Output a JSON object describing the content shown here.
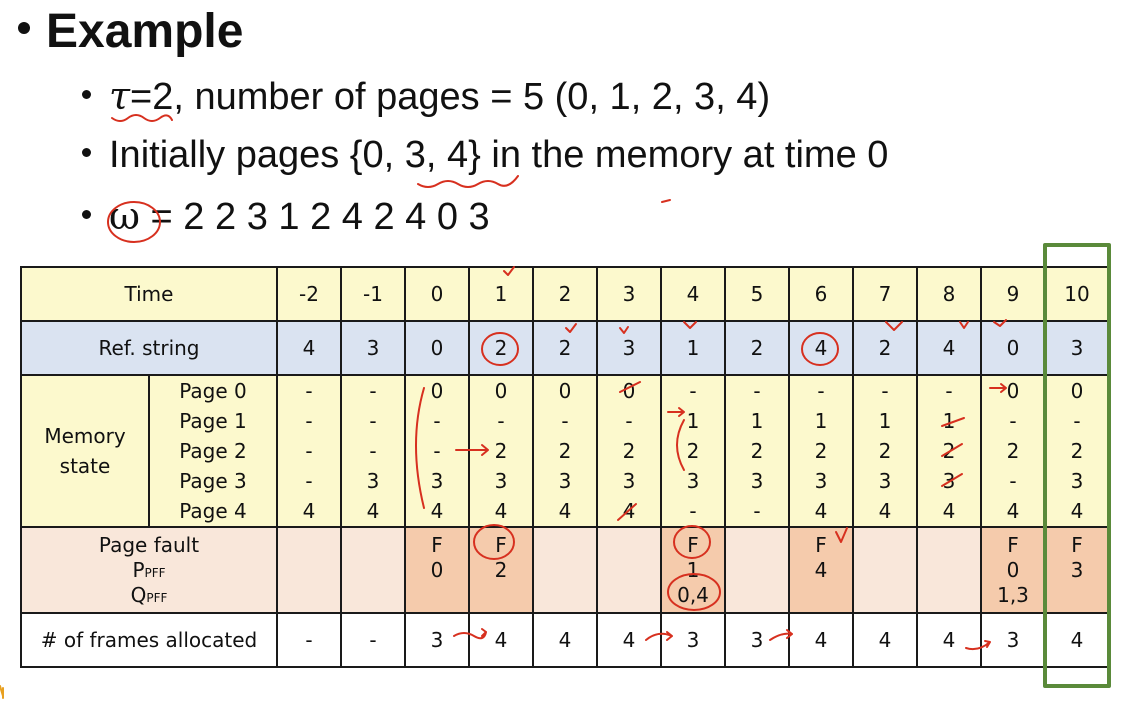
{
  "title": "Example",
  "bullets": [
    {
      "tau": "τ",
      "rest": "=2, number of pages = 5 (0, 1, 2, 3, 4)"
    },
    {
      "text": "Initially pages {0, 3, 4} in the memory at time 0"
    },
    {
      "omega": "ω",
      "rest": " = 2 2 3 1 2 4 2 4 0 3"
    }
  ],
  "table": {
    "time_label": "Time",
    "times": [
      "-2",
      "-1",
      "0",
      "1",
      "2",
      "3",
      "4",
      "5",
      "6",
      "7",
      "8",
      "9",
      "10"
    ],
    "ref_label": "Ref. string",
    "refs": [
      "4",
      "3",
      "0",
      "2",
      "2",
      "3",
      "1",
      "2",
      "4",
      "2",
      "4",
      "0",
      "3"
    ],
    "memory_label_1": "Memory",
    "memory_label_2": "state",
    "page_labels": [
      "Page 0",
      "Page 1",
      "Page 2",
      "Page 3",
      "Page 4"
    ],
    "memory": [
      [
        "-",
        "-",
        "-",
        "-",
        "4"
      ],
      [
        "-",
        "-",
        "-",
        "3",
        "4"
      ],
      [
        "0",
        "-",
        "-",
        "3",
        "4"
      ],
      [
        "0",
        "-",
        "2",
        "3",
        "4"
      ],
      [
        "0",
        "-",
        "2",
        "3",
        "4"
      ],
      [
        "0",
        "-",
        "2",
        "3",
        "4"
      ],
      [
        "-",
        "1",
        "2",
        "3",
        "-"
      ],
      [
        "-",
        "1",
        "2",
        "3",
        "-"
      ],
      [
        "-",
        "1",
        "2",
        "3",
        "4"
      ],
      [
        "-",
        "1",
        "2",
        "3",
        "4"
      ],
      [
        "-",
        "1",
        "2",
        "3",
        "4"
      ],
      [
        "0",
        "-",
        "2",
        "-",
        "4"
      ],
      [
        "0",
        "-",
        "2",
        "3",
        "4"
      ]
    ],
    "fault_label": "Page fault",
    "ppff_label_main": "P",
    "ppff_label_sub": "PFF",
    "qpff_label_main": "Q",
    "qpff_label_sub": "PFF",
    "faults": [
      [
        "",
        "",
        ""
      ],
      [
        "",
        "",
        ""
      ],
      [
        "F",
        "0",
        ""
      ],
      [
        "F",
        "2",
        ""
      ],
      [
        "",
        "",
        ""
      ],
      [
        "",
        "",
        ""
      ],
      [
        "F",
        "1",
        "0,4"
      ],
      [
        "",
        "",
        ""
      ],
      [
        "F",
        "4",
        ""
      ],
      [
        "",
        "",
        ""
      ],
      [
        "",
        "",
        ""
      ],
      [
        "F",
        "0",
        "1,3"
      ],
      [
        "F",
        "3",
        ""
      ]
    ],
    "frames_label": "# of frames allocated",
    "frames": [
      "-",
      "-",
      "3",
      "4",
      "4",
      "4",
      "3",
      "3",
      "4",
      "4",
      "4",
      "3",
      "4"
    ]
  },
  "colors": {
    "header_fill": "#fcf9cd",
    "ref_fill": "#dae3f1",
    "fault_fill": "#f9e7da",
    "fault_highlight": "#f5cbac",
    "annotation_red": "#d7301f",
    "highlight_box_green": "#5a8a3a"
  }
}
